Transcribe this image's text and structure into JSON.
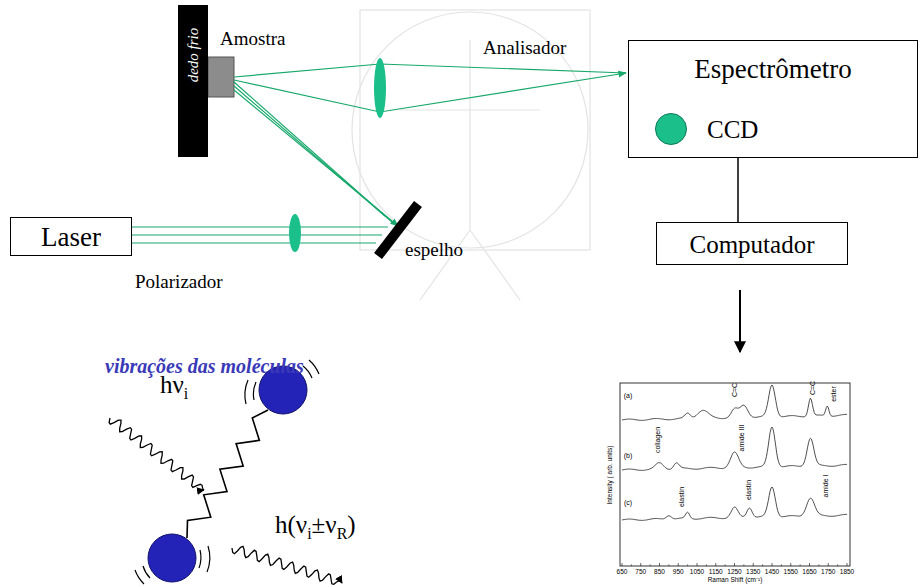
{
  "diagram": {
    "nodes": [
      {
        "text": [
          "dedo frio"
        ]
      },
      {
        "text": [
          "Espectrômetro",
          "CCD"
        ]
      },
      {
        "text": [
          "Computador"
        ]
      },
      {
        "text": [
          "Laser"
        ]
      }
    ],
    "edges": [
      {
        "from": 1,
        "to": 2,
        "arrow": "none"
      }
    ],
    "labels": [
      "Amostra",
      "Analisador",
      "espelho",
      "Polarizador",
      "vibrações das moléculas",
      "hν",
      "i",
      "h(ν",
      "i",
      "±ν",
      "R",
      ")",
      "(a)",
      "(b)",
      "(c)",
      "collagen",
      "elastin",
      "amide III",
      "C=C",
      "elastin",
      "C=C",
      "ester",
      "amide I",
      "Intensity ( arb. units)",
      "Raman Shift (cm⁻¹)",
      "650",
      "750",
      "850",
      "950",
      "1050",
      "1150",
      "1250",
      "1350",
      "1450",
      "1550",
      "1650",
      "1750",
      "1850"
    ]
  }
}
